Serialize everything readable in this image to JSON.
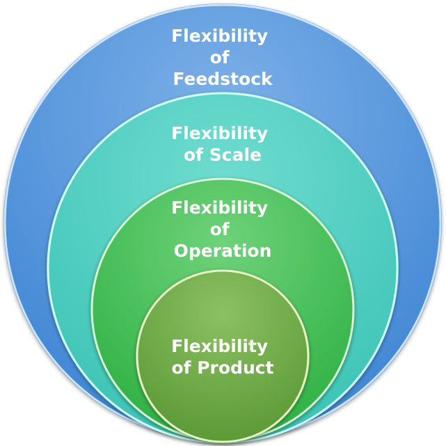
{
  "diagram": {
    "type": "nested-circles",
    "circles": [
      {
        "id": "feedstock",
        "lines": [
          "Flexibility",
          "of",
          "Feedstock"
        ],
        "color_light": "#7db0e8",
        "color_dark": "#3f86d4"
      },
      {
        "id": "scale",
        "lines": [
          "Flexibility",
          "of Scale"
        ],
        "color_light": "#6fdcd0",
        "color_dark": "#3dc4b6"
      },
      {
        "id": "operation",
        "lines": [
          "Flexibility",
          "of",
          "Operation"
        ],
        "color_light": "#6fd27a",
        "color_dark": "#2fb145"
      },
      {
        "id": "product",
        "lines": [
          "Flexibility",
          "of Product"
        ],
        "color_light": "#8cc063",
        "color_dark": "#5c9a36"
      }
    ]
  }
}
